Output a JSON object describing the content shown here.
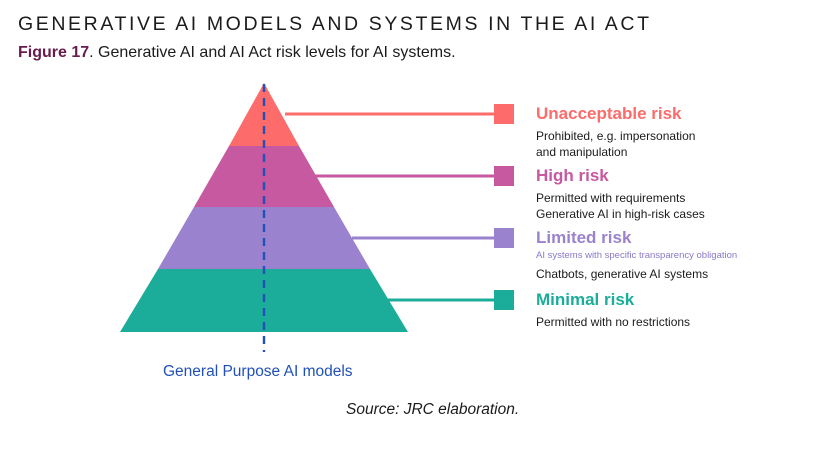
{
  "header": {
    "title": "GENERATIVE AI MODELS AND SYSTEMS IN THE AI ACT",
    "figure_label": "Figure 17",
    "figure_caption": ". Generative AI and AI Act risk levels for AI systems."
  },
  "pyramid": {
    "general_purpose_label": "General Purpose AI models"
  },
  "risk_levels": [
    {
      "title": "Unacceptable risk",
      "color": "#fe6b6b",
      "lines": [
        "Prohibited, e.g. impersonation",
        "and manipulation"
      ]
    },
    {
      "title": "High risk",
      "color": "#c6599f",
      "lines": [
        "Permitted with requirements",
        "Generative AI in high-risk cases"
      ]
    },
    {
      "title": "Limited risk",
      "color": "#9b82cf",
      "note": "AI systems with specific transparency obligation",
      "lines": [
        "Chatbots, generative AI systems"
      ]
    },
    {
      "title": "Minimal risk",
      "color": "#1cad9a",
      "lines": [
        "Permitted with no restrictions"
      ]
    }
  ],
  "colors": {
    "dashed_line": "#2050b8",
    "figure_label": "#6a1b4d"
  },
  "footer": {
    "source": "Source: JRC elaboration."
  }
}
